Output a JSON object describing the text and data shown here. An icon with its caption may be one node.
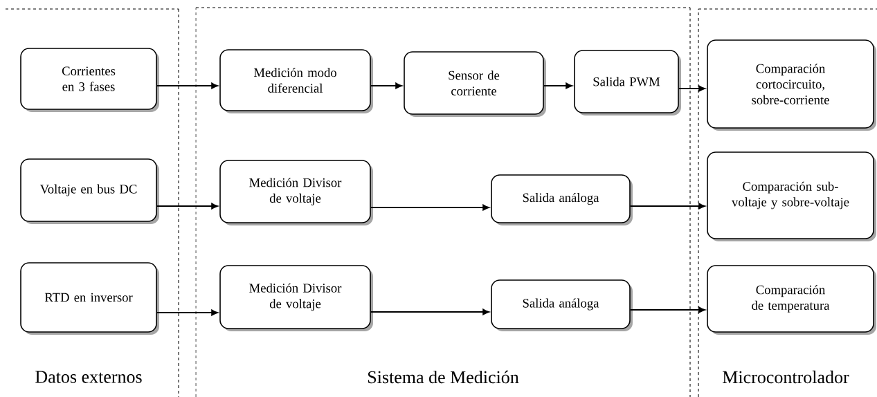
{
  "diagram": {
    "nodes": [
      {
        "text": [
          "Datos externos"
        ]
      },
      {
        "text": [
          "Corrientes en 3 fases"
        ],
        "in": 0
      },
      {
        "text": [
          "Voltaje en bus DC"
        ],
        "in": 0
      },
      {
        "text": [
          "RTD en inversor"
        ],
        "in": 0
      },
      {
        "text": [
          "Sistema de Medición"
        ]
      },
      {
        "text": [
          "Medición modo diferencial"
        ],
        "in": 4
      },
      {
        "text": [
          "Sensor de corriente"
        ],
        "in": 4
      },
      {
        "text": [
          "Salida PWM"
        ],
        "in": 4
      },
      {
        "text": [
          "Medición Divisor de voltaje"
        ],
        "in": 4
      },
      {
        "text": [
          "Salida análoga"
        ],
        "in": 4
      },
      {
        "text": [
          "Medición Divisor de voltaje"
        ],
        "in": 4
      },
      {
        "text": [
          "Salida análoga"
        ],
        "in": 4
      },
      {
        "text": [
          "Microcontrolador"
        ]
      },
      {
        "text": [
          "Comparación cortocircuito, sobre-corriente"
        ],
        "in": 12
      },
      {
        "text": [
          "Comparación sub-voltaje y sobre-voltaje"
        ],
        "in": 12
      },
      {
        "text": [
          "Comparación de temperatura"
        ],
        "in": 12
      }
    ],
    "edges": [
      {
        "from": 1,
        "to": 5,
        "arrow": "to"
      },
      {
        "from": 5,
        "to": 6,
        "arrow": "to"
      },
      {
        "from": 6,
        "to": 7,
        "arrow": "to"
      },
      {
        "from": 7,
        "to": 13,
        "arrow": "to"
      },
      {
        "from": 2,
        "to": 8,
        "arrow": "to"
      },
      {
        "from": 8,
        "to": 9,
        "arrow": "to"
      },
      {
        "from": 9,
        "to": 14,
        "arrow": "to"
      },
      {
        "from": 3,
        "to": 10,
        "arrow": "to"
      },
      {
        "from": 10,
        "to": 11,
        "arrow": "to"
      },
      {
        "from": 11,
        "to": 15,
        "arrow": "to"
      }
    ]
  }
}
